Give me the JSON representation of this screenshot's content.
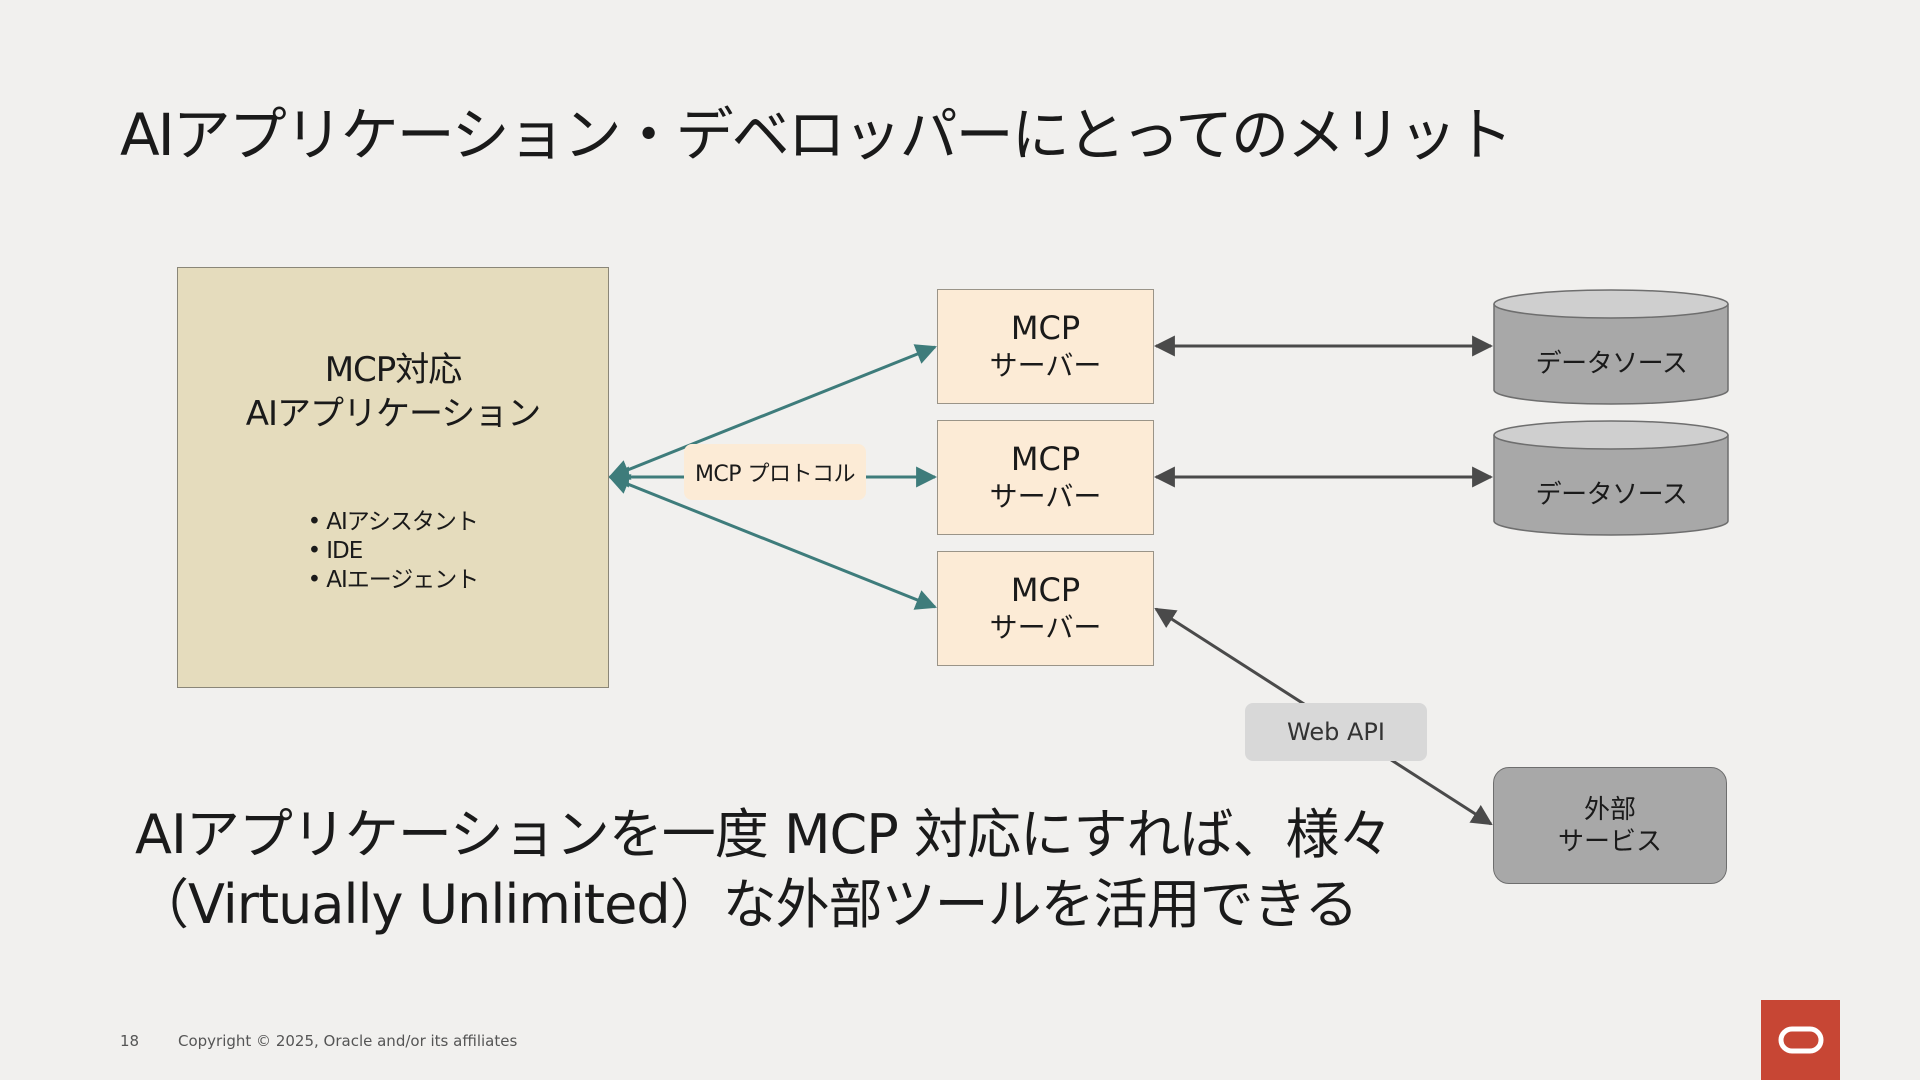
{
  "slide": {
    "title": "AIアプリケーション・デベロッパーにとってのメリット",
    "page_number": "18",
    "copyright": "Copyright © 2025, Oracle and/or its affiliates"
  },
  "diagram": {
    "app": {
      "title_line1": "MCP対応",
      "title_line2": "AIアプリケーション",
      "items": [
        "AIアシスタント",
        "IDE",
        "AIエージェント"
      ]
    },
    "protocol_label": "MCP プロトコル",
    "mcp_servers": [
      {
        "line1": "MCP",
        "line2": "サーバー"
      },
      {
        "line1": "MCP",
        "line2": "サーバー"
      },
      {
        "line1": "MCP",
        "line2": "サーバー"
      }
    ],
    "data_sources": [
      "データソース",
      "データソース"
    ],
    "web_api_label": "Web API",
    "external_service": {
      "line1": "外部",
      "line2": "サービス"
    }
  },
  "summary": {
    "line1": "AIアプリケーションを一度 MCP 対応にすれば、様々",
    "line2": "（Virtually Unlimited）な外部ツールを活用できる"
  },
  "colors": {
    "background": "#f1f0ee",
    "app_box": "#e5dcbd",
    "mcp_box": "#fcebd6",
    "teal_arrow": "#3e7c7b",
    "dark_arrow": "#4a4a4a",
    "cylinder": "#a8a8a8",
    "oracle_red": "#c74634"
  },
  "icons": {
    "logo": "oracle-logo-icon"
  }
}
